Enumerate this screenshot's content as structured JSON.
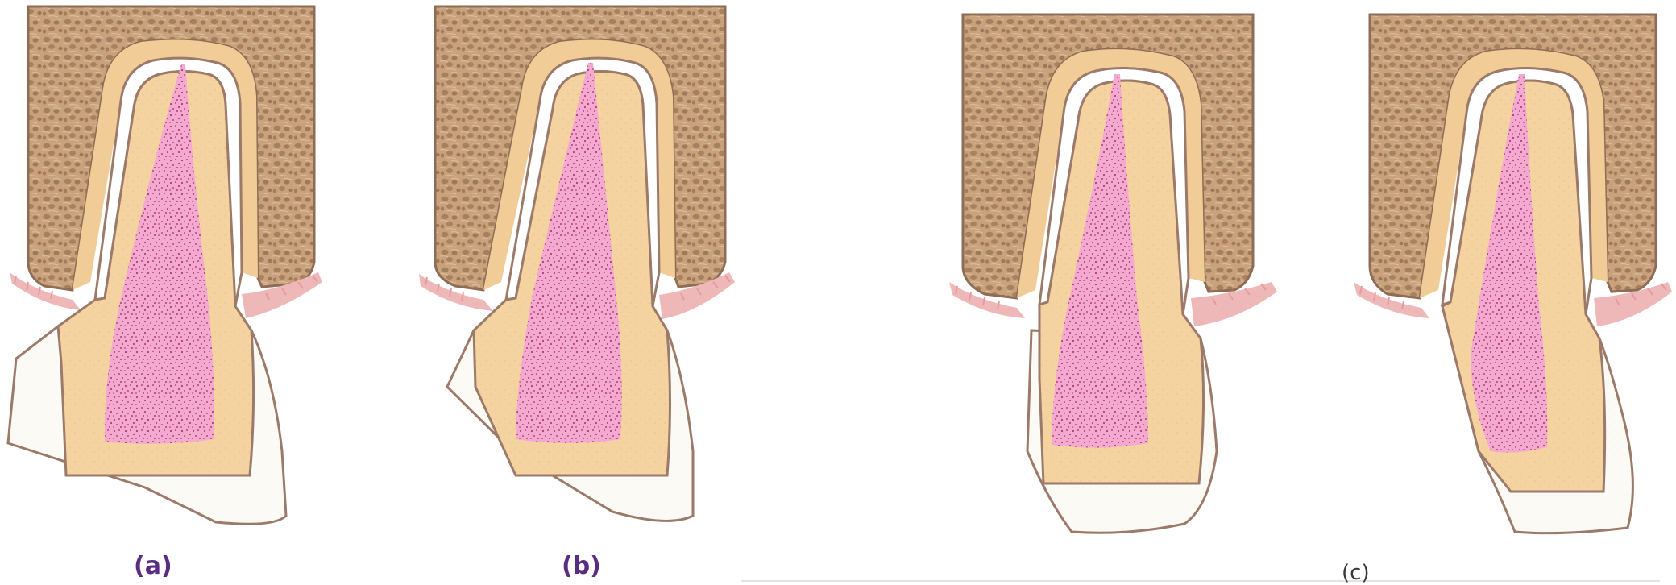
{
  "captions": {
    "a": "(a)",
    "b": "(b)",
    "c": "(c)"
  },
  "colors": {
    "bone": "#caa077",
    "bone_speckle": "#a07a5c",
    "bone_edge": "#8c6a55",
    "dentin": "#f3cf98",
    "dentin_light": "#f7deb6",
    "pulp": "#f2a6cf",
    "pulp_dots": "#b0306e",
    "enamel": "#ffffff",
    "outline": "#9b7a6a",
    "gingiva": "#efb8b8",
    "caption_purple": "#5a2d82",
    "caption_c": "#3a3a3a"
  },
  "panels": [
    {
      "name": "tooth-a"
    },
    {
      "name": "tooth-b"
    },
    {
      "name": "tooth-c-left"
    },
    {
      "name": "tooth-c-right"
    }
  ]
}
